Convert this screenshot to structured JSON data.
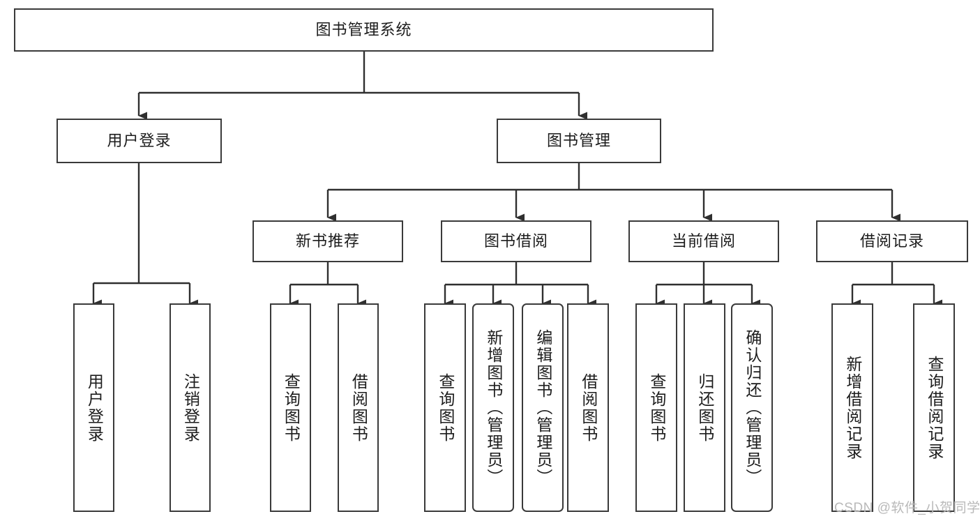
{
  "diagram": {
    "type": "tree",
    "title": "图书管理系统",
    "root": {
      "label": "图书管理系统"
    },
    "level2": [
      {
        "label": "用户登录"
      },
      {
        "label": "图书管理"
      }
    ],
    "level3": [
      {
        "label": "新书推荐"
      },
      {
        "label": "图书借阅"
      },
      {
        "label": "当前借阅"
      },
      {
        "label": "借阅记录"
      }
    ],
    "leaves": {
      "user_login": [
        {
          "label": "用户登录"
        },
        {
          "label": "注销登录"
        }
      ],
      "new_book_recommend": [
        {
          "label": "查询图书"
        },
        {
          "label": "借阅图书"
        }
      ],
      "book_borrow": [
        {
          "label": "查询图书"
        },
        {
          "label": "新增图书（管理员）"
        },
        {
          "label": "编辑图书（管理员）"
        },
        {
          "label": "借阅图书"
        }
      ],
      "current_borrow": [
        {
          "label": "查询图书"
        },
        {
          "label": "归还图书"
        },
        {
          "label": "确认归还（管理员）"
        }
      ],
      "borrow_record": [
        {
          "label": "新增借阅记录"
        },
        {
          "label": "查询借阅记录"
        }
      ]
    },
    "watermark": "CSDN @软件_小贺同学",
    "colors": {
      "box_border": "#3a3a3a",
      "box_fill": "#ffffff",
      "line": "#2f2f2f",
      "text": "#1c1c1c",
      "watermark": "#b9b9b9",
      "background": "#ffffff"
    }
  }
}
